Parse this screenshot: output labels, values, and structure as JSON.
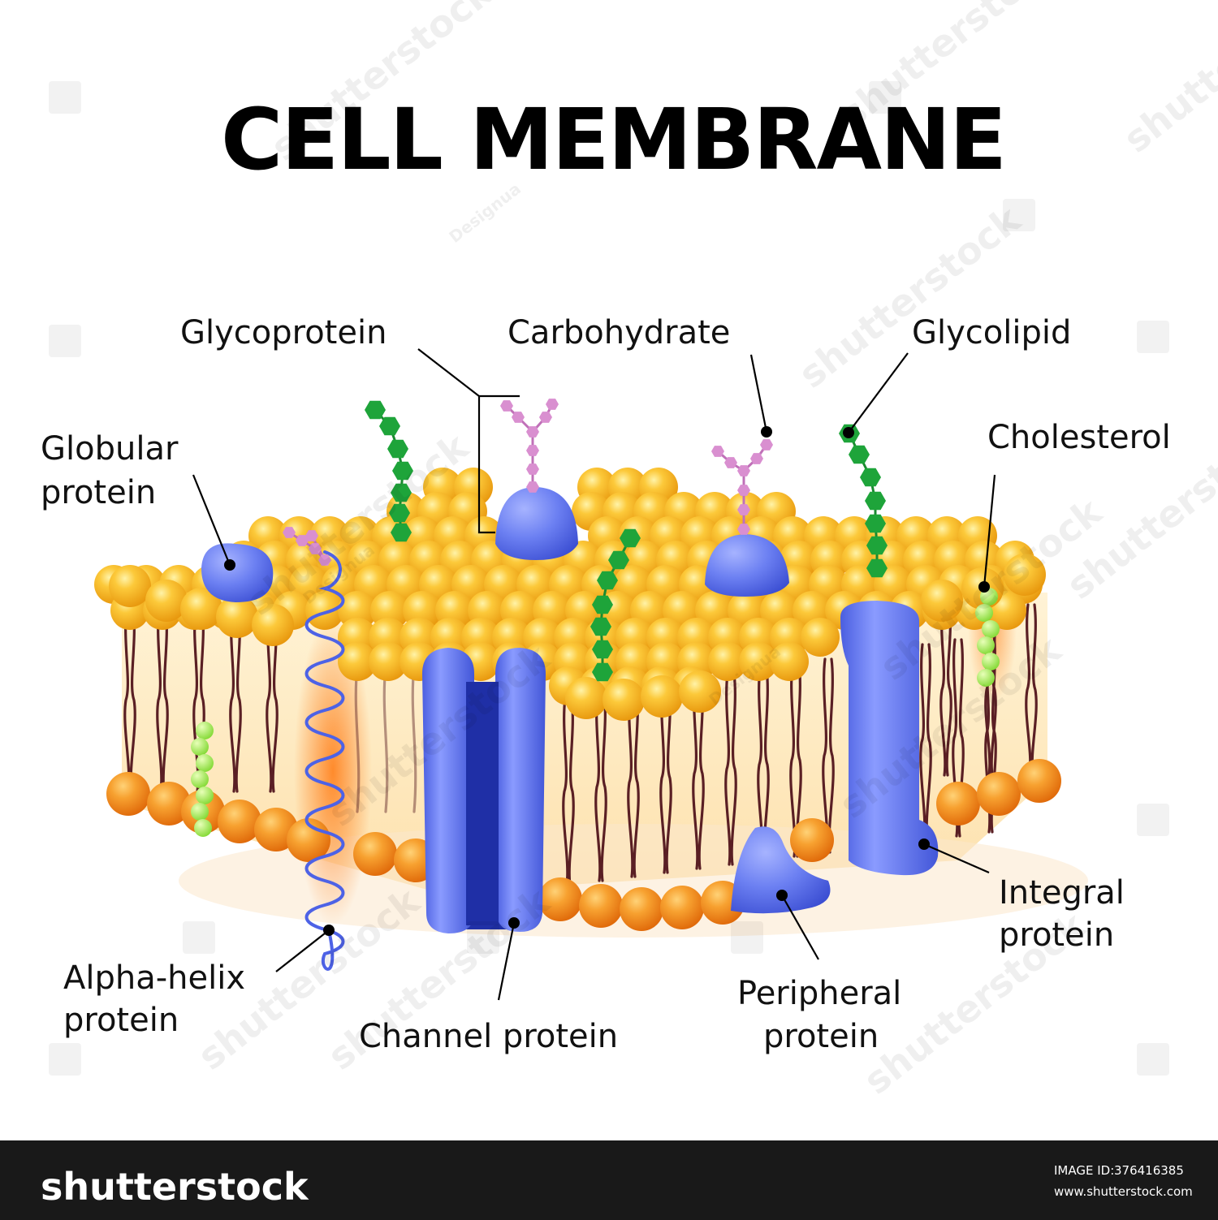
{
  "title": "CELL MEMBRANE",
  "labels": {
    "glycoprotein": "Glycoprotein",
    "carbohydrate": "Carbohydrate",
    "glycolipid": "Glycolipid",
    "globular_1": "Globular",
    "globular_2": "protein",
    "cholesterol": "Cholesterol",
    "alpha_1": "Alpha-helix",
    "alpha_2": "protein",
    "channel": "Channel protein",
    "peripheral_1": "Peripheral",
    "peripheral_2": "protein",
    "integral_1": "Integral",
    "integral_2": "protein"
  },
  "watermark": {
    "brand": "shutterstock",
    "author": "Designua"
  },
  "footer": {
    "brand": "shutterstock",
    "image_id_label": "IMAGE ID:",
    "image_id": "376416385",
    "url": "www.shutterstock.com"
  },
  "colors": {
    "head_top": "#f8b62b",
    "head_bottom": "#f39a1e",
    "protein": "#6b7ff0",
    "protein_dark": "#2c3dbe",
    "sugar_green": "#1ea43a",
    "sugar_pink": "#d98fd0",
    "cholesterol": "#9ee54b",
    "tail": "#5a1f24"
  }
}
